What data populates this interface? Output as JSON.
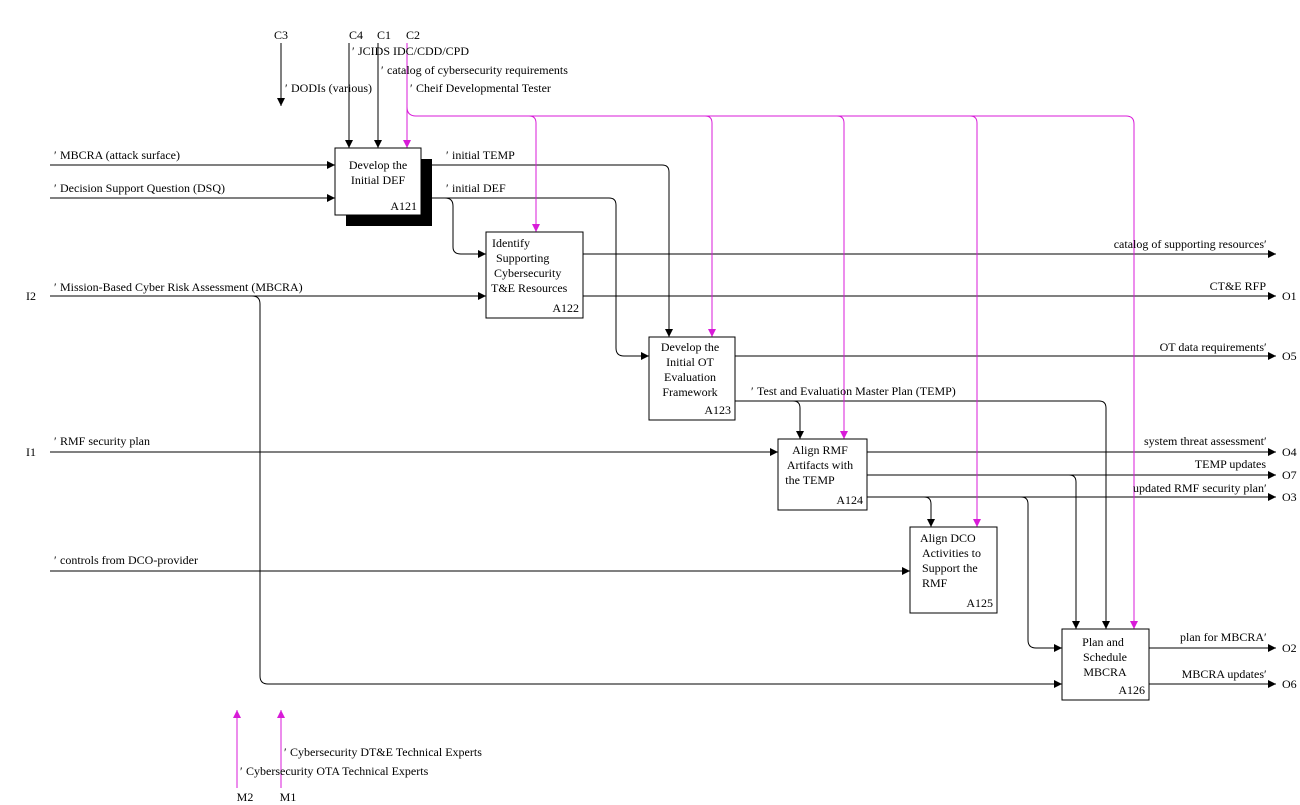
{
  "colors": {
    "line": "#000000",
    "mechanism": "#d81bd8",
    "box_fill": "#ffffff",
    "shadow": "#000000"
  },
  "tunnel": {
    "glyph": "′"
  },
  "activities": [
    {
      "id": "A121",
      "lines": [
        "Develop the",
        "Initial DEF"
      ]
    },
    {
      "id": "A122",
      "lines": [
        "Identify",
        "Supporting",
        "Cybersecurity",
        "T&E Resources"
      ]
    },
    {
      "id": "A123",
      "lines": [
        "Develop the",
        "Initial OT",
        "Evaluation",
        "Framework"
      ]
    },
    {
      "id": "A124",
      "lines": [
        "Align RMF",
        "Artifacts with",
        "the TEMP"
      ]
    },
    {
      "id": "A125",
      "lines": [
        "Align DCO",
        "Activities to",
        "Support the",
        "RMF"
      ]
    },
    {
      "id": "A126",
      "lines": [
        "Plan and",
        "Schedule",
        "MBCRA"
      ]
    }
  ],
  "controls": {
    "C3": {
      "code": "C3",
      "label": "DODIs (various)"
    },
    "C4": {
      "code": "C4",
      "label": "JCIDS IDC/CDD/CPD"
    },
    "C1": {
      "code": "C1",
      "label": "catalog of cybersecurity requirements"
    },
    "C2": {
      "code": "C2",
      "label": "Cheif Developmental Tester"
    }
  },
  "inputs": {
    "mbcra_surface": {
      "label": "MBCRA (attack surface)"
    },
    "dsq": {
      "label": "Decision Support Question (DSQ)"
    },
    "I2": {
      "code": "I2",
      "label": "Mission-Based Cyber Risk Assessment (MBCRA)"
    },
    "I1": {
      "code": "I1",
      "label": "RMF security plan"
    },
    "dco": {
      "label": "controls from DCO-provider"
    }
  },
  "internal": {
    "initial_temp": {
      "label": "initial TEMP"
    },
    "initial_def": {
      "label": "initial DEF"
    },
    "temp": {
      "label": "Test and Evaluation Master Plan (TEMP)"
    }
  },
  "outputs": {
    "catalog_resources": {
      "label": "catalog of supporting resources"
    },
    "O1": {
      "code": "O1",
      "label": "CT&E RFP"
    },
    "O5": {
      "code": "O5",
      "label": "OT data requirements"
    },
    "O4": {
      "code": "O4",
      "label": "system threat assessment"
    },
    "O7": {
      "code": "O7",
      "label": "TEMP updates"
    },
    "O3": {
      "code": "O3",
      "label": "updated RMF security plan"
    },
    "O2": {
      "code": "O2",
      "label": "plan for MBCRA"
    },
    "O6": {
      "code": "O6",
      "label": "MBCRA updates"
    }
  },
  "mechanisms": {
    "M1": {
      "code": "M1",
      "label": "Cybersecurity DT&E Technical Experts"
    },
    "M2": {
      "code": "M2",
      "label": "Cybersecurity OTA Technical Experts"
    }
  }
}
